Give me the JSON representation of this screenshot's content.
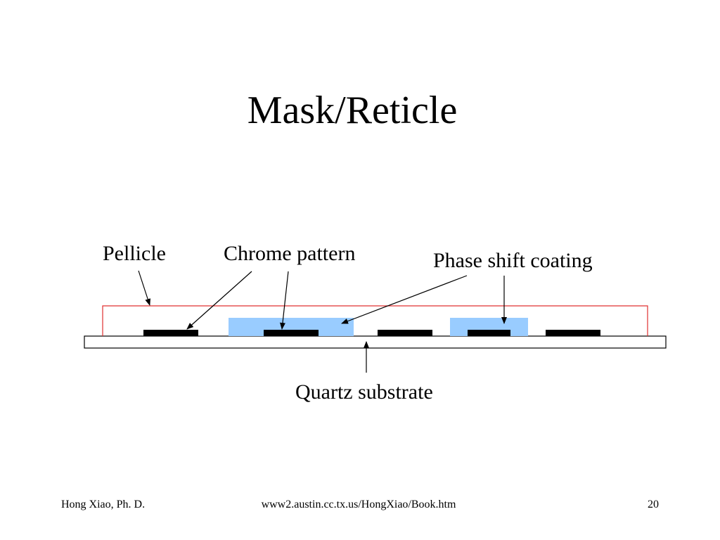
{
  "slide": {
    "title": "Mask/Reticle"
  },
  "diagram": {
    "labels": {
      "pellicle": "Pellicle",
      "chrome_pattern": "Chrome pattern",
      "phase_shift_coating": "Phase shift coating",
      "quartz_substrate": "Quartz substrate"
    },
    "colors": {
      "pellicle_outline": "#e03030",
      "chrome": "#000000",
      "phase_shift": "#99ccff",
      "substrate_fill": "#ffffff",
      "substrate_outline": "#000000"
    }
  },
  "footer": {
    "author": "Hong Xiao, Ph. D.",
    "url": "www2.austin.cc.tx.us/HongXiao/Book.htm",
    "page_number": "20"
  }
}
